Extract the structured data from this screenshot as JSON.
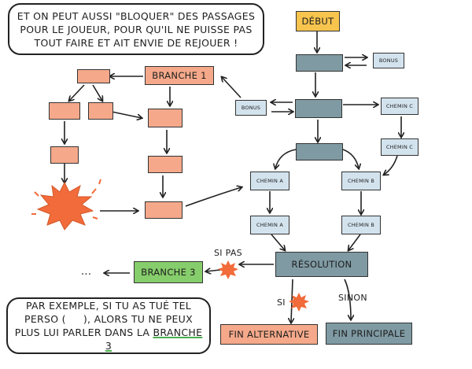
{
  "speech_top": {
    "line1": "ET ON PEUT AUSSI \"BLOQUER\" DES PASSAGES",
    "line2": "POUR LE JOUEUR, POUR QU'IL NE PUISSE PAS",
    "line3": "TOUT FAIRE ET AIT ENVIE DE REJOUER !"
  },
  "speech_bottom": {
    "line1": "PAR EXEMPLE, SI TU AS TUÉ TEL",
    "line2_a": "PERSO (",
    "line2_b": "), ALORS TU NE PEUX",
    "line3_a": "PLUS LUI PARLER DANS LA ",
    "line3_b": "BRANCHE 3"
  },
  "nodes": {
    "debut": "DÉBUT",
    "bonus_right": "BONUS",
    "bonus_left": "BONUS",
    "branche1": "BRANCHE 1",
    "chemin_c_1": "CHEMIN C",
    "chemin_c_2": "CHEMIN C",
    "chemin_a_1": "CHEMIN A",
    "chemin_a_2": "CHEMIN A",
    "chemin_b_1": "CHEMIN B",
    "chemin_b_2": "CHEMIN B",
    "resolution": "RÉSOLUTION",
    "branche3": "BRANCHE 3",
    "fin_alternative": "FIN ALTERNATIVE",
    "fin_principale": "FIN PRINCIPALE"
  },
  "labels": {
    "si_pas": "SI PAS",
    "si": "SI",
    "sinon": "SINON",
    "ellipsis": "..."
  },
  "colors": {
    "orange": "#f5a98a",
    "explosion": "#f26b3a",
    "grey": "#7f9aa3",
    "lightblue": "#d3e3ee",
    "yellow": "#f7c44e",
    "green": "#86cd6b"
  }
}
